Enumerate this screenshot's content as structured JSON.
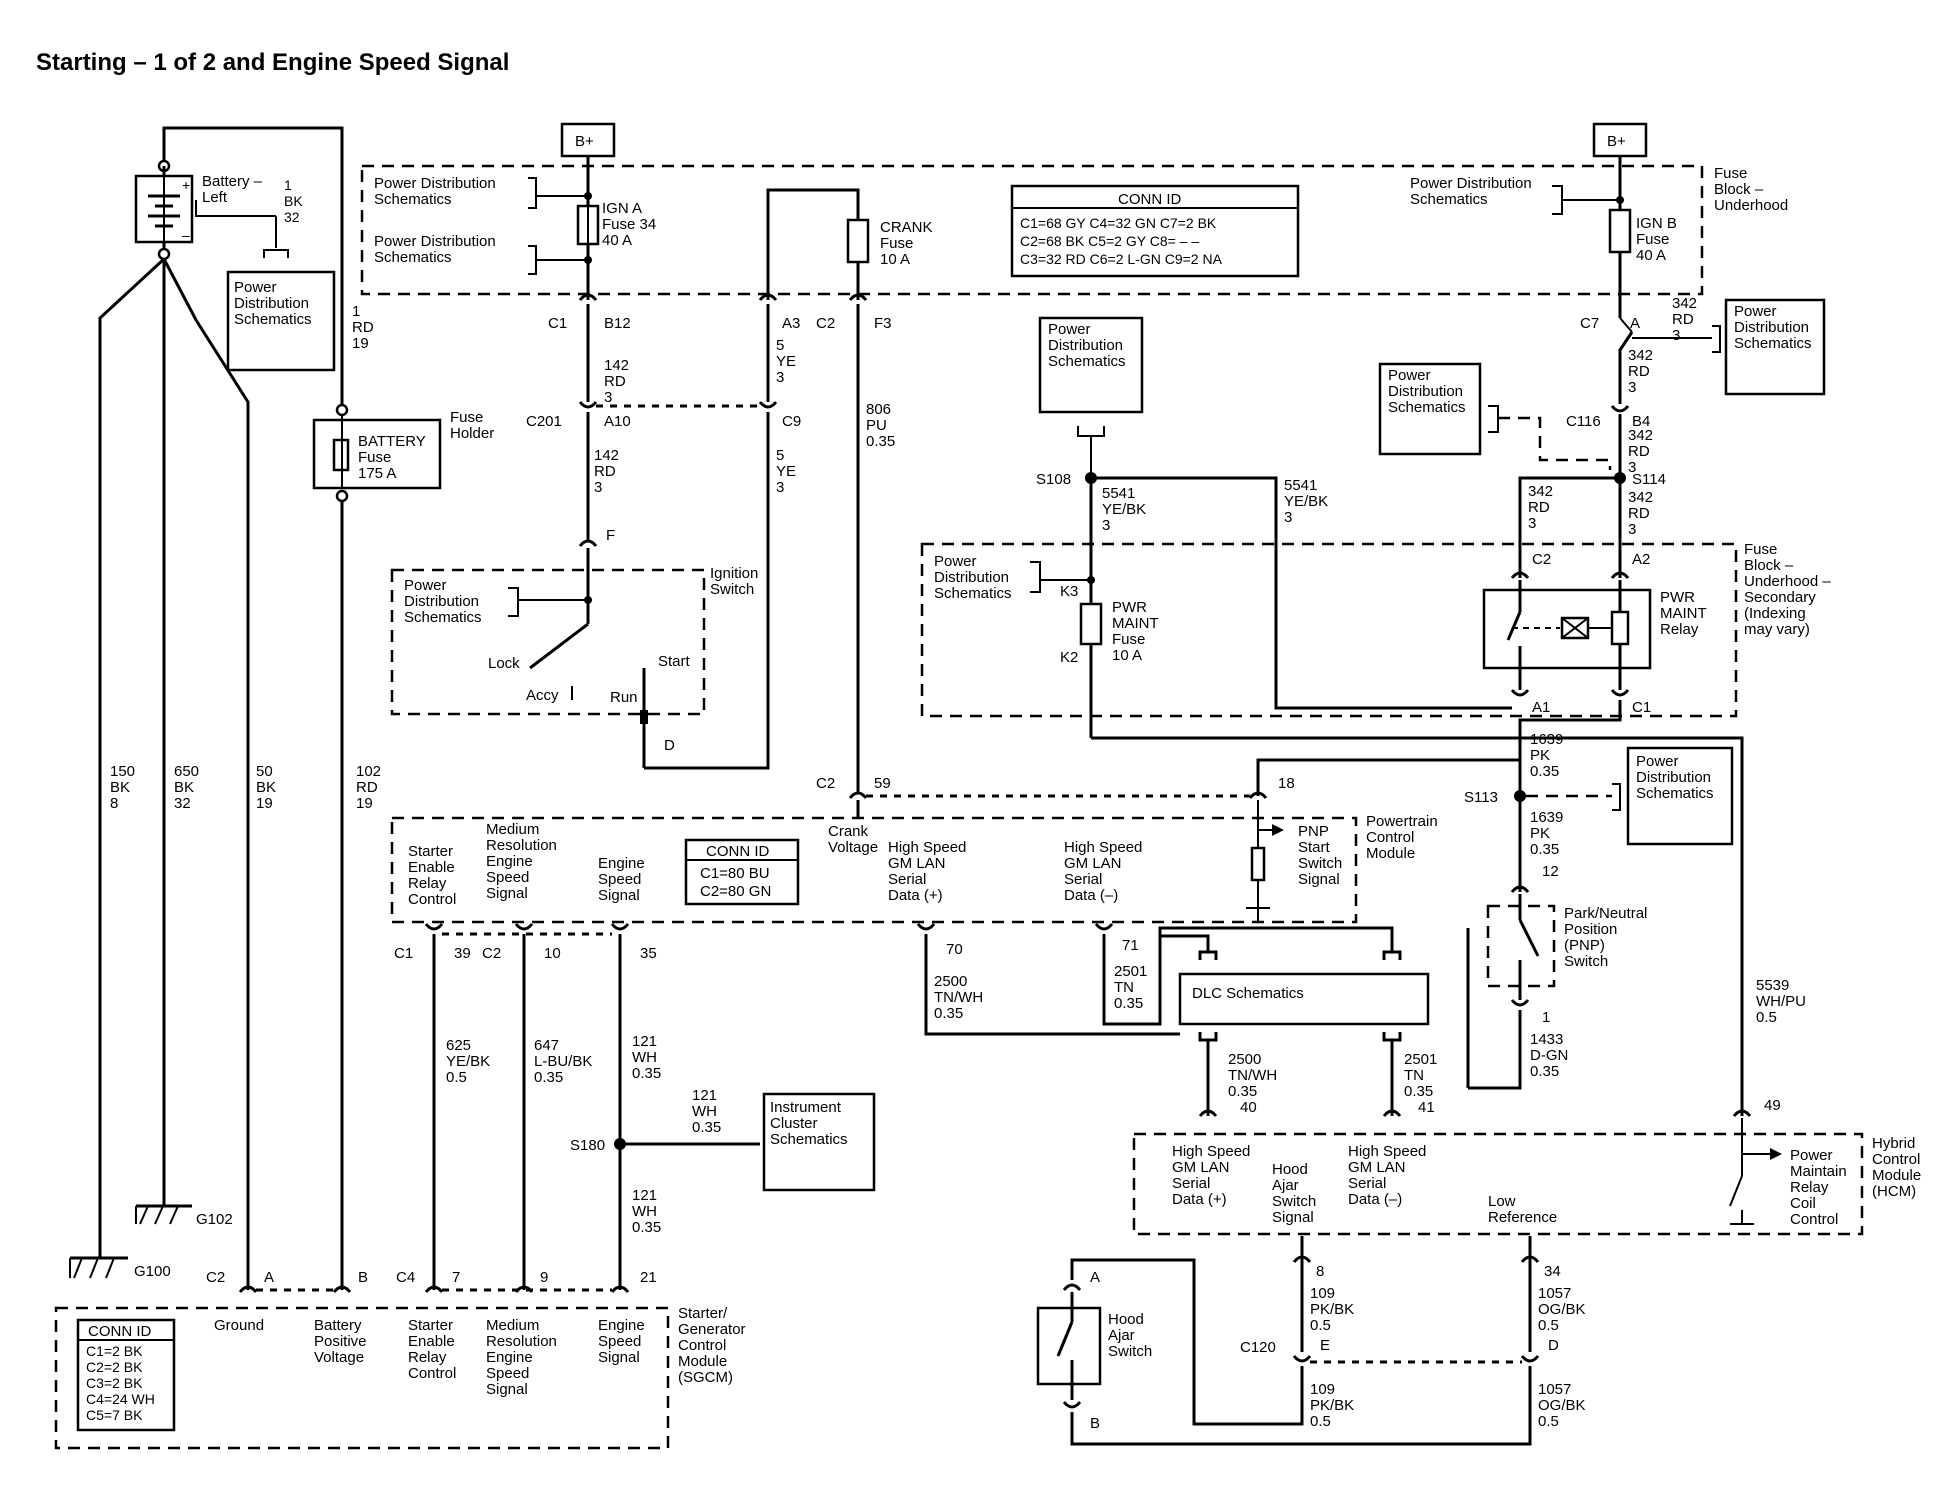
{
  "title": "Starting – 1 of 2 and Engine Speed Signal",
  "bplus": "B+",
  "pds": [
    "Power Distribution",
    "Schematics"
  ],
  "pds3": [
    "Power",
    "Distribution",
    "Schematics"
  ],
  "battery": [
    "Battery –",
    "Left"
  ],
  "ign_a": [
    "IGN A",
    "Fuse 34",
    "40 A"
  ],
  "crank_fuse": [
    "CRANK",
    "Fuse",
    "10 A"
  ],
  "ign_b": [
    "IGN B",
    "Fuse",
    "40 A"
  ],
  "fuse_block_underhood": [
    "Fuse",
    "Block –",
    "Underhood"
  ],
  "conn_top": {
    "header": "CONN ID",
    "rows": [
      "C1=68 GY   C4=32 GN   C7=2 BK",
      "C2=68 BK   C5=2 GY     C8= – –",
      "C3=32 RD   C6=2 L-GN  C9=2 NA"
    ]
  },
  "conn_pcm": {
    "header": "CONN ID",
    "rows": [
      "C1=80 BU",
      "C2=80 GN"
    ]
  },
  "conn_sgcm": {
    "header": "CONN ID",
    "rows": [
      "C1=2 BK",
      "C2=2 BK",
      "C3=2 BK",
      "C4=24 WH",
      "C5=7 BK"
    ]
  },
  "battery_fuse": [
    "BATTERY",
    "Fuse",
    "175 A"
  ],
  "fuse_holder": [
    "Fuse",
    "Holder"
  ],
  "ignition_switch": [
    "Ignition",
    "Switch"
  ],
  "switch_pos": {
    "lock": "Lock",
    "accy": "Accy",
    "run": "Run",
    "start": "Start"
  },
  "pwr_maint_fuse": [
    "PWR",
    "MAINT",
    "Fuse",
    "10 A"
  ],
  "pwr_maint_relay": [
    "PWR",
    "MAINT",
    "Relay"
  ],
  "fuse_block_secondary": [
    "Fuse",
    "Block –",
    "Underhood –",
    "Secondary",
    "(Indexing",
    "may vary)"
  ],
  "pcm": [
    "Powertrain",
    "Control",
    "Module"
  ],
  "pnp_start": [
    "PNP",
    "Start",
    "Switch",
    "Signal"
  ],
  "pnp_switch": [
    "Park/Neutral",
    "Position",
    "(PNP)",
    "Switch"
  ],
  "dlc": "DLC Schematics",
  "instrument_cluster": [
    "Instrument",
    "Cluster",
    "Schematics"
  ],
  "hcm": [
    "Hybrid",
    "Control",
    "Module",
    "(HCM)"
  ],
  "hood_switch": [
    "Hood",
    "Ajar",
    "Switch"
  ],
  "sgcm": [
    "Starter/",
    "Generator",
    "Control",
    "Module",
    "(SGCM)"
  ],
  "grounds": [
    "G100",
    "G102"
  ],
  "splices": [
    "S108",
    "S113",
    "S114",
    "S180"
  ],
  "pcm_pins": {
    "starter_enable": [
      "Starter",
      "Enable",
      "Relay",
      "Control"
    ],
    "med_res": [
      "Medium",
      "Resolution",
      "Engine",
      "Speed",
      "Signal"
    ],
    "eng_speed": [
      "Engine",
      "Speed",
      "Signal"
    ],
    "crank_voltage": [
      "Crank",
      "Voltage"
    ],
    "hs_plus": [
      "High Speed",
      "GM LAN",
      "Serial",
      "Data (+)"
    ],
    "hs_minus": [
      "High Speed",
      "GM LAN",
      "Serial",
      "Data (–)"
    ]
  },
  "hcm_pins": {
    "hs_plus": [
      "High Speed",
      "GM LAN",
      "Serial",
      "Data (+)"
    ],
    "hood": [
      "Hood",
      "Ajar",
      "Switch",
      "Signal"
    ],
    "hs_minus": [
      "High Speed",
      "GM LAN",
      "Serial",
      "Data (–)"
    ],
    "low_ref": [
      "Low",
      "Reference"
    ],
    "pmrc": [
      "Power",
      "Maintain",
      "Relay",
      "Coil",
      "Control"
    ]
  },
  "sgcm_pins": {
    "ground": [
      "Ground"
    ],
    "bpv": [
      "Battery",
      "Positive",
      "Voltage"
    ],
    "starter": [
      "Starter",
      "Enable",
      "Relay",
      "Control"
    ],
    "med_res": [
      "Medium",
      "Resolution",
      "Engine",
      "Speed",
      "Signal"
    ],
    "eng_speed": [
      "Engine",
      "Speed",
      "Signal"
    ]
  },
  "wires": {
    "w1bk": [
      "1",
      "BK",
      "32"
    ],
    "w1rd": [
      "1",
      "RD",
      "19"
    ],
    "w142a": [
      "142",
      "RD",
      "3"
    ],
    "w142b": [
      "142",
      "RD",
      "3"
    ],
    "w5a": [
      "5",
      "YE",
      "3"
    ],
    "w5b": [
      "5",
      "YE",
      "3"
    ],
    "w806": [
      "806",
      "PU",
      "0.35"
    ],
    "w342a": [
      "342",
      "RD",
      "3"
    ],
    "w342b": [
      "342",
      "RD",
      "3"
    ],
    "w342c": [
      "342",
      "RD",
      "3"
    ],
    "w342d": [
      "342",
      "RD",
      "3"
    ],
    "w342e": [
      "342",
      "RD",
      "3"
    ],
    "w5541a": [
      "5541",
      "YE/BK",
      "3"
    ],
    "w5541b": [
      "5541",
      "YE/BK",
      "3"
    ],
    "w1639a": [
      "1639",
      "PK",
      "0.35"
    ],
    "w1639b": [
      "1639",
      "PK",
      "0.35"
    ],
    "w150": [
      "150",
      "BK",
      "8"
    ],
    "w650": [
      "650",
      "BK",
      "32"
    ],
    "w50": [
      "50",
      "BK",
      "19"
    ],
    "w102": [
      "102",
      "RD",
      "19"
    ],
    "w625": [
      "625",
      "YE/BK",
      "0.5"
    ],
    "w647": [
      "647",
      "L-BU/BK",
      "0.35"
    ],
    "w121a": [
      "121",
      "WH",
      "0.35"
    ],
    "w121b": [
      "121",
      "WH",
      "0.35"
    ],
    "w121c": [
      "121",
      "WH",
      "0.35"
    ],
    "w2500a": [
      "2500",
      "TN/WH",
      "0.35"
    ],
    "w2501a": [
      "2501",
      "TN",
      "0.35"
    ],
    "w2500b": [
      "2500",
      "TN/WH",
      "0.35"
    ],
    "w2501b": [
      "2501",
      "TN",
      "0.35"
    ],
    "w1433": [
      "1433",
      "D-GN",
      "0.35"
    ],
    "w5539": [
      "5539",
      "WH/PU",
      "0.5"
    ],
    "w109a": [
      "109",
      "PK/BK",
      "0.5"
    ],
    "w109b": [
      "109",
      "PK/BK",
      "0.5"
    ],
    "w1057a": [
      "1057",
      "OG/BK",
      "0.5"
    ],
    "w1057b": [
      "1057",
      "OG/BK",
      "0.5"
    ]
  },
  "connectors": {
    "c1": "C1",
    "b12": "B12",
    "a3": "A3",
    "c2": "C2",
    "f3": "F3",
    "c7": "C7",
    "a": "A",
    "c201": "C201",
    "a10": "A10",
    "c9": "C9",
    "c116": "C116",
    "b4": "B4",
    "f": "F",
    "d": "D",
    "k3": "K3",
    "k2": "K2",
    "relay_c2": "C2",
    "relay_a2": "A2",
    "relay_a1": "A1",
    "relay_c1": "C1",
    "pcm_c2": "C2",
    "p59": "59",
    "p18": "18",
    "p12": "12",
    "p1": "1",
    "pcm_c1": "C1",
    "p39": "39",
    "pcm_c2b": "C2",
    "p10": "10",
    "p35": "35",
    "p70": "70",
    "p71": "71",
    "p40": "40",
    "p41": "41",
    "p49": "49",
    "p8": "8",
    "p34": "34",
    "c120": "C120",
    "e": "E",
    "dd": "D",
    "ha": "A",
    "hb": "B",
    "sg_c2": "C2",
    "sg_a": "A",
    "sg_b": "B",
    "sg_c4": "C4",
    "sg_7": "7",
    "sg_9": "9",
    "sg_21": "21"
  }
}
